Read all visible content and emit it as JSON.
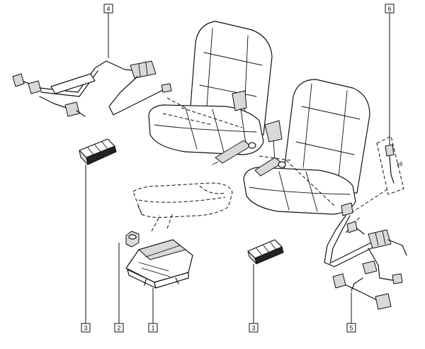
{
  "labels": {
    "ref_1": "1",
    "ref_2": "2",
    "ref_3_left": "3",
    "ref_3_center": "3",
    "ref_4": "4",
    "ref_5": "5",
    "ref_6": "6"
  },
  "annotations": {
    "connector_note": "x6"
  },
  "parts": [
    {
      "ref": "1",
      "name": "airbag-control-unit"
    },
    {
      "ref": "2",
      "name": "fixing-nut"
    },
    {
      "ref": "3",
      "name": "connector"
    },
    {
      "ref": "4",
      "name": "seat-belt-pretensioner-wiring"
    },
    {
      "ref": "5",
      "name": "seat-wiring-harness"
    },
    {
      "ref": "6",
      "name": "connector-lead"
    }
  ],
  "colors": {
    "line": "#111111",
    "background": "#ffffff",
    "fill": "#d9d9d9"
  }
}
